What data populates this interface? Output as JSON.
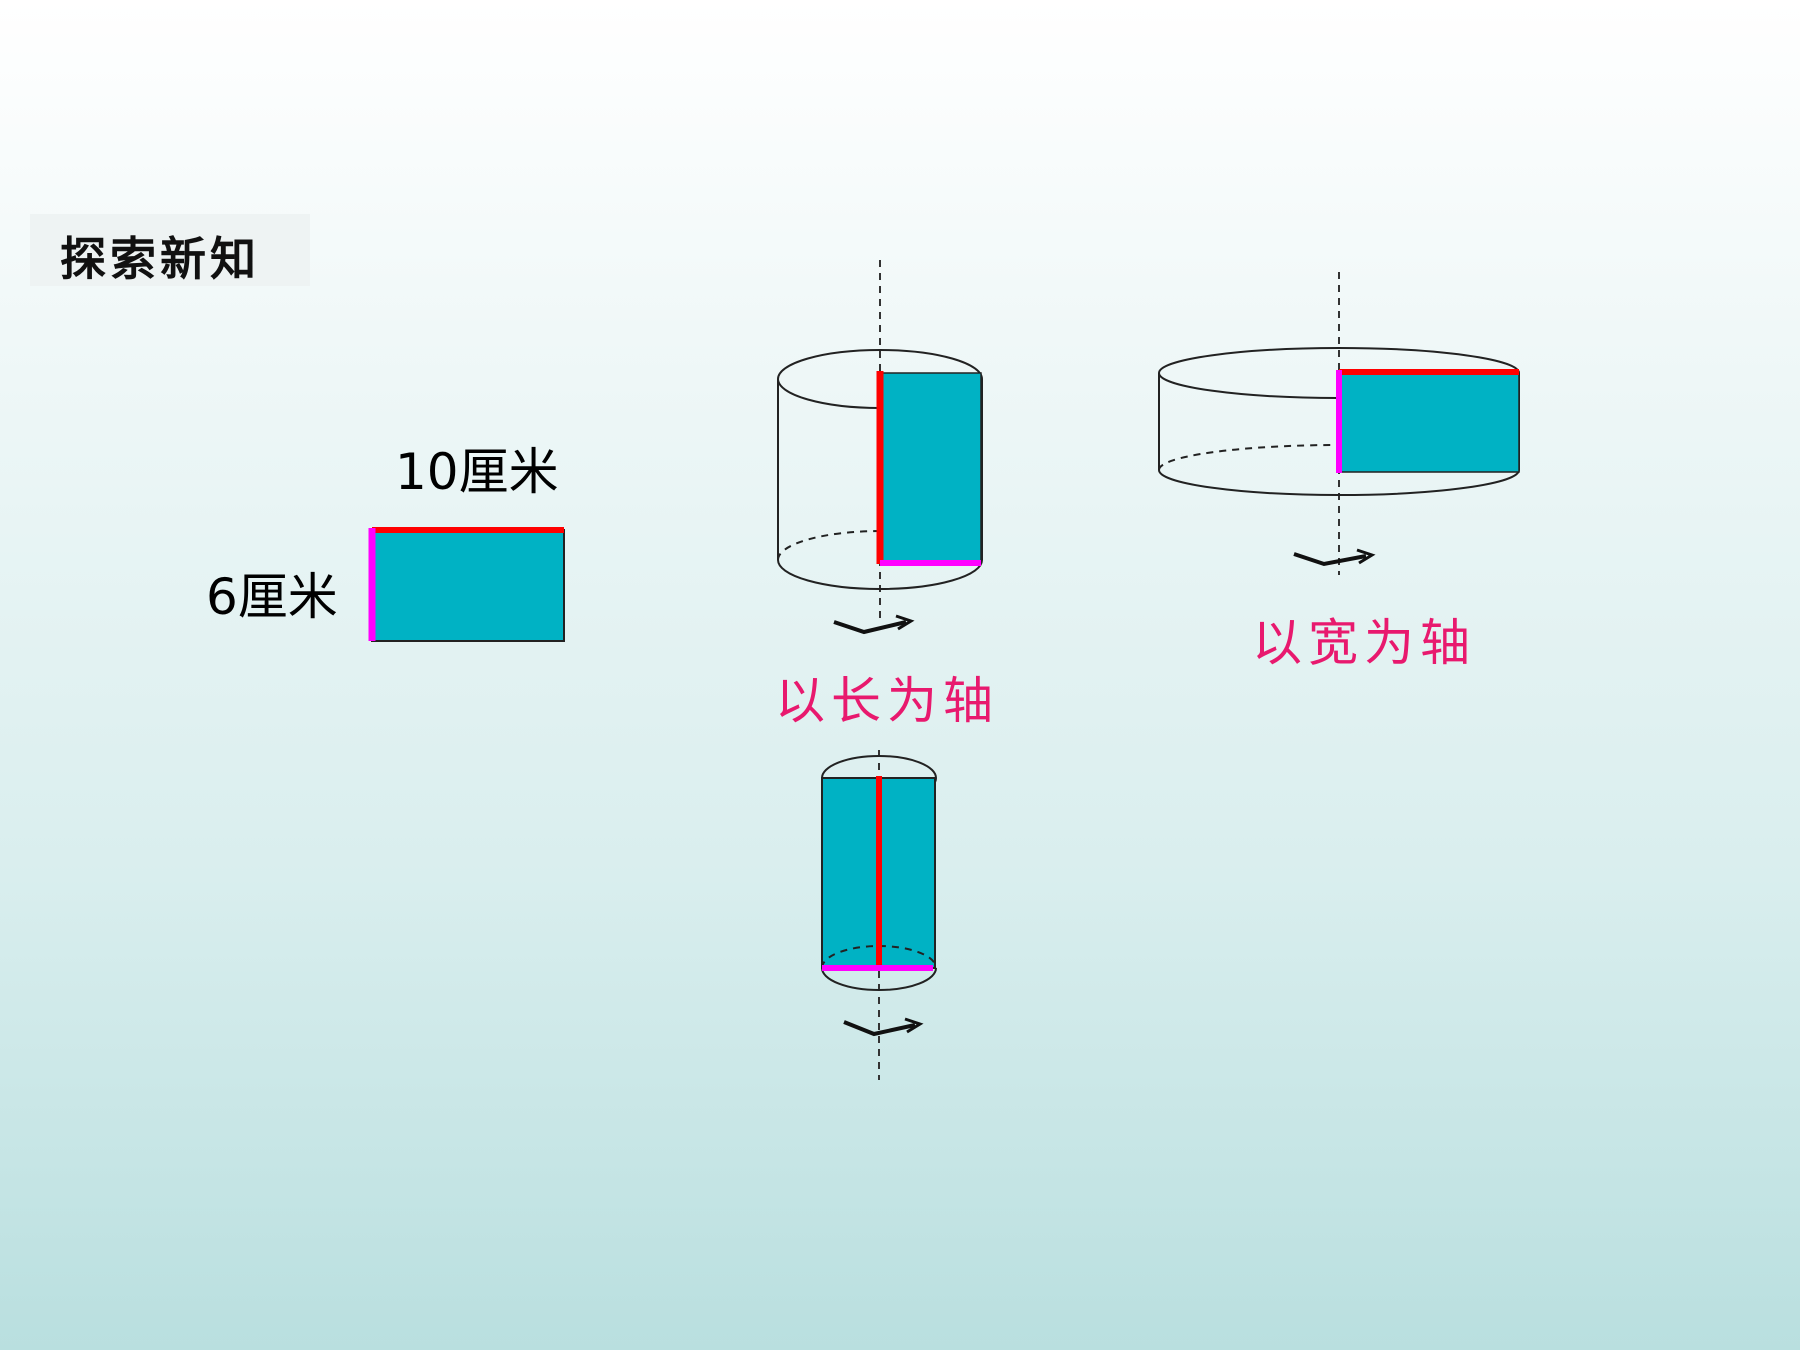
{
  "section_tag": "探索新知",
  "rectangle": {
    "length_label": "10厘米",
    "width_label": "6厘米"
  },
  "captions": {
    "length_axis": "以长为轴",
    "width_axis": "以宽为轴"
  },
  "colors": {
    "fill": "#00b2c4",
    "length_edge": "#ff0000",
    "width_edge": "#ff00ff",
    "caption": "#e8196e"
  }
}
